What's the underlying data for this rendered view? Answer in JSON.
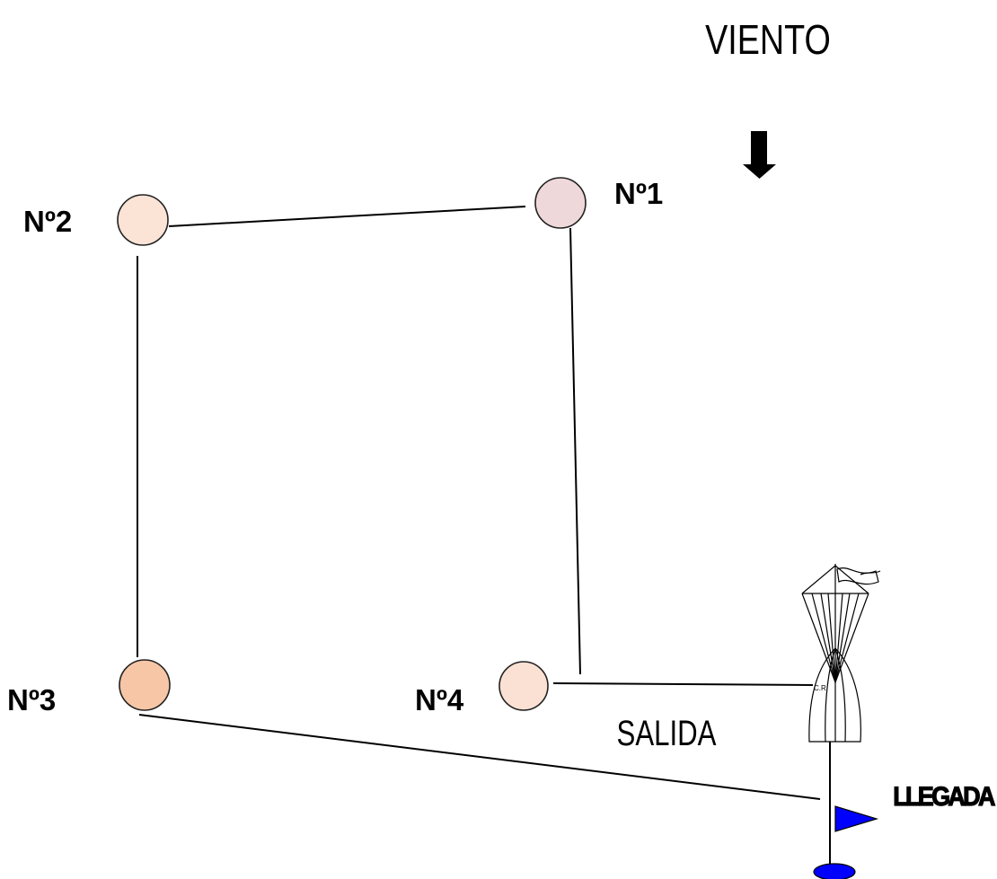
{
  "wind": {
    "label": "VIENTO",
    "icon": "arrow-down-icon"
  },
  "marks": [
    {
      "id": "mark-1",
      "label": "Nº1",
      "color": "#efd8da"
    },
    {
      "id": "mark-2",
      "label": "Nº2",
      "color": "#fbe3d6"
    },
    {
      "id": "mark-3",
      "label": "Nº3",
      "color": "#f6c6a6"
    },
    {
      "id": "mark-4",
      "label": "Nº4",
      "color": "#fbe1d3"
    }
  ],
  "start": {
    "label": "SALIDA"
  },
  "finish": {
    "label": "LLEGADA",
    "flag_color": "#0000ff"
  },
  "committee_boat": {
    "label": "C.R."
  }
}
